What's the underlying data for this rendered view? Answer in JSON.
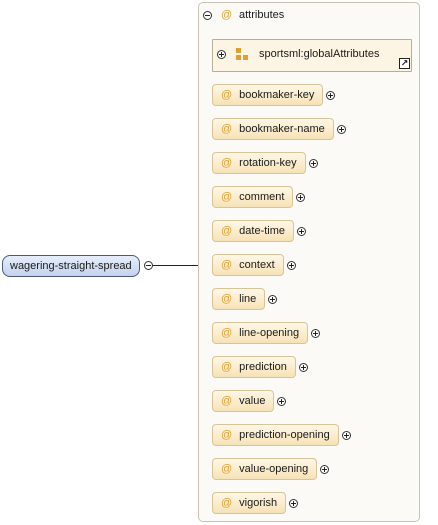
{
  "root": {
    "label": "wagering-straight-spread"
  },
  "group": {
    "label": "attributes",
    "at_symbol": "@",
    "global_attributes": {
      "label": "sportsml:globalAttributes",
      "link_glyph": "↗"
    }
  },
  "attributes": [
    "bookmaker-key",
    "bookmaker-name",
    "rotation-key",
    "comment",
    "date-time",
    "context",
    "line",
    "line-opening",
    "prediction",
    "value",
    "prediction-opening",
    "value-opening",
    "vigorish"
  ],
  "colors": {
    "attr_fill": "#f6e2b6",
    "root_fill": "#c3d2ee",
    "at_symbol": "#e0a030"
  }
}
